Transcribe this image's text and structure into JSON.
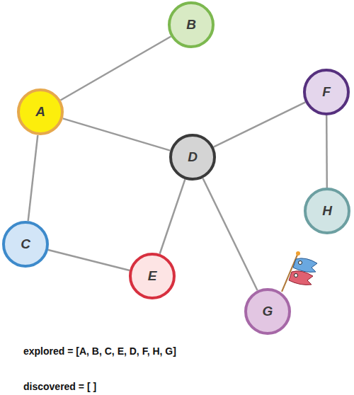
{
  "diagram": {
    "nodes": [
      {
        "text": [
          "B"
        ]
      },
      {
        "text": [
          "F"
        ]
      },
      {
        "text": [
          "A"
        ]
      },
      {
        "text": [
          "D"
        ]
      },
      {
        "text": [
          "H"
        ]
      },
      {
        "text": [
          "C"
        ]
      },
      {
        "text": [
          "E"
        ]
      },
      {
        "text": [
          "G"
        ]
      }
    ],
    "edges": [
      {
        "from": 2,
        "to": 0,
        "arrow": "none"
      },
      {
        "from": 2,
        "to": 3,
        "arrow": "none"
      },
      {
        "from": 2,
        "to": 5,
        "arrow": "none"
      },
      {
        "from": 5,
        "to": 6,
        "arrow": "none"
      },
      {
        "from": 6,
        "to": 3,
        "arrow": "none"
      },
      {
        "from": 3,
        "to": 1,
        "arrow": "none"
      },
      {
        "from": 1,
        "to": 4,
        "arrow": "none"
      },
      {
        "from": 3,
        "to": 7,
        "arrow": "none"
      }
    ],
    "labels": [
      "explored = [A, B, C, E, D, F, H, G]",
      "discovered = [ ]"
    ]
  }
}
